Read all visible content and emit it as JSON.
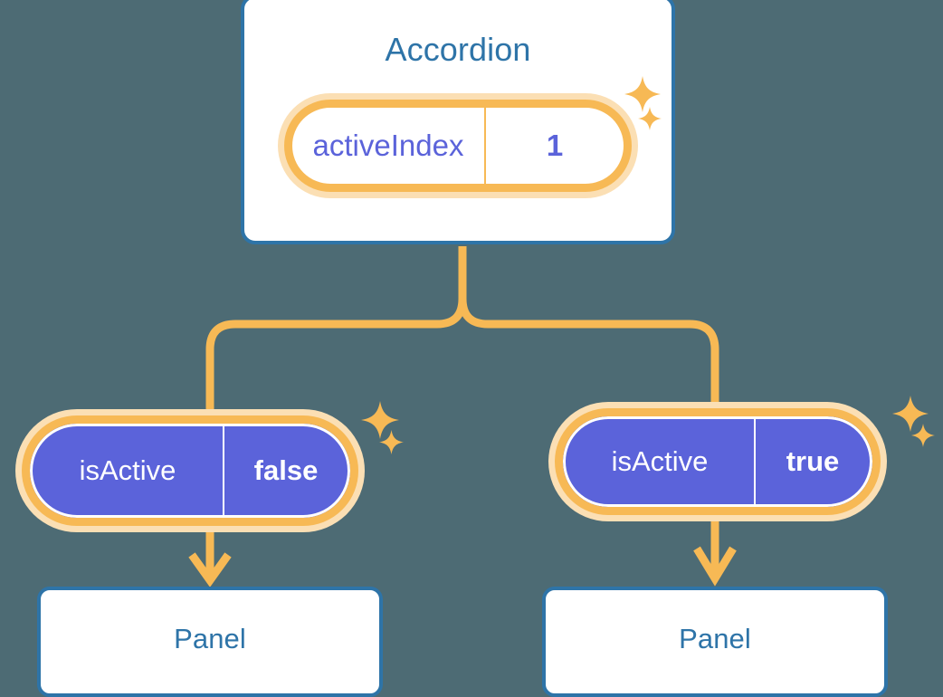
{
  "colors": {
    "background": "#4d6b74",
    "card_border": "#2e74a8",
    "card_text": "#2e74a8",
    "card_fill": "#ffffff",
    "pill_border": "#f7b955",
    "pill_glow": "#fbdfb4",
    "pill_purple_fill": "#5b63da",
    "purple_text": "#5b63da",
    "white_text": "#ffffff",
    "connector": "#f7b955"
  },
  "diagram": {
    "type": "component-state-tree",
    "root": {
      "title": "Accordion",
      "state": {
        "key": "activeIndex",
        "value": "1",
        "style": "white-pill"
      },
      "sparkles": [
        "sparkle-large",
        "sparkle-small"
      ]
    },
    "children": [
      {
        "id": "branch-left",
        "state": {
          "key": "isActive",
          "value": "false",
          "style": "purple-pill"
        },
        "sparkles": [
          "sparkle-large",
          "sparkle-small"
        ],
        "child": {
          "title": "Panel"
        }
      },
      {
        "id": "branch-right",
        "state": {
          "key": "isActive",
          "value": "true",
          "style": "purple-pill"
        },
        "sparkles": [
          "sparkle-large",
          "sparkle-small"
        ],
        "child": {
          "title": "Panel"
        }
      }
    ]
  }
}
